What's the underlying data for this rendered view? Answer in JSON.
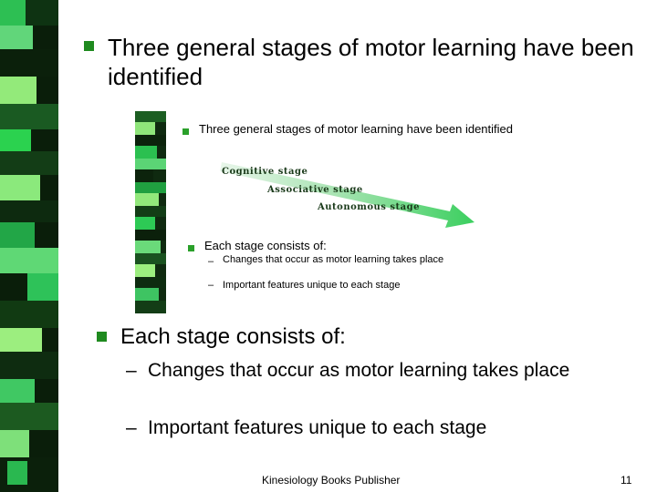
{
  "slide": {
    "title": "Three general stages of motor learning have been identified",
    "main_bullet": "Each stage consists of:",
    "sub_items": [
      "Changes that occur as motor learning takes place",
      "Important features unique to each stage"
    ],
    "dash": "–"
  },
  "inset": {
    "title": "Three general stages of motor learning have been identified",
    "stages": [
      "Cognitive stage",
      "Associative stage",
      "Autonomous stage"
    ],
    "main_bullet": "Each stage consists of:",
    "sub_items": [
      "Changes that occur as motor learning takes place",
      "Important features unique to each stage"
    ],
    "dash": "–"
  },
  "footer": {
    "publisher": "Kinesiology Books Publisher",
    "page_number": "11"
  },
  "colors": {
    "bullet": "#1f8a1f",
    "stripe_dark": "#0a1e0a",
    "stripe_light": "#8fe67a",
    "arrow": "#3fcf5f"
  }
}
